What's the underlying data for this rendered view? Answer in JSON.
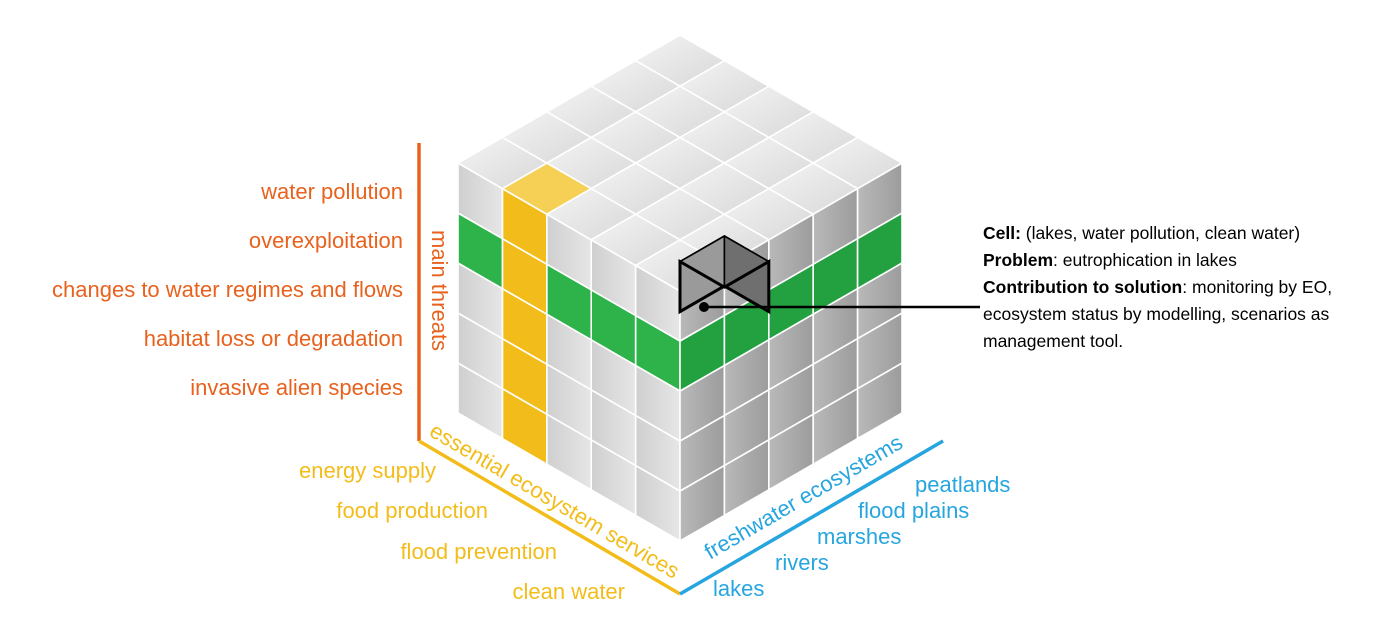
{
  "threats": {
    "axis_title": "main threats",
    "items": [
      "water pollution",
      "overexploitation",
      "changes to water regimes and flows",
      "habitat loss or degradation",
      "invasive alien species"
    ]
  },
  "services": {
    "axis_title": "essential ecosystem services",
    "items": [
      "energy supply",
      "food production",
      "flood prevention",
      "clean water"
    ]
  },
  "ecosystems": {
    "axis_title": "freshwater ecosystems",
    "items": [
      "lakes",
      "rivers",
      "marshes",
      "flood plains",
      "peatlands"
    ]
  },
  "info": {
    "cell_label": "Cell:",
    "cell_text": " (lakes, water pollution, clean water)",
    "problem_label": "Problem",
    "problem_text": ": eutrophication in lakes",
    "contribution_label": "Contribution to solution",
    "contribution_text": ": monitoring by EO, ecosystem status by modelling, scenarios as management tool."
  },
  "colors": {
    "threats": "#E8621E",
    "services": "#F2BD1A",
    "ecosystems": "#27A5DF",
    "highlight_layer": "#2DB34A",
    "cube_top": "#E4E4E4",
    "cube_left": "#D2D2D2",
    "cube_right": "#A9A9A9"
  }
}
